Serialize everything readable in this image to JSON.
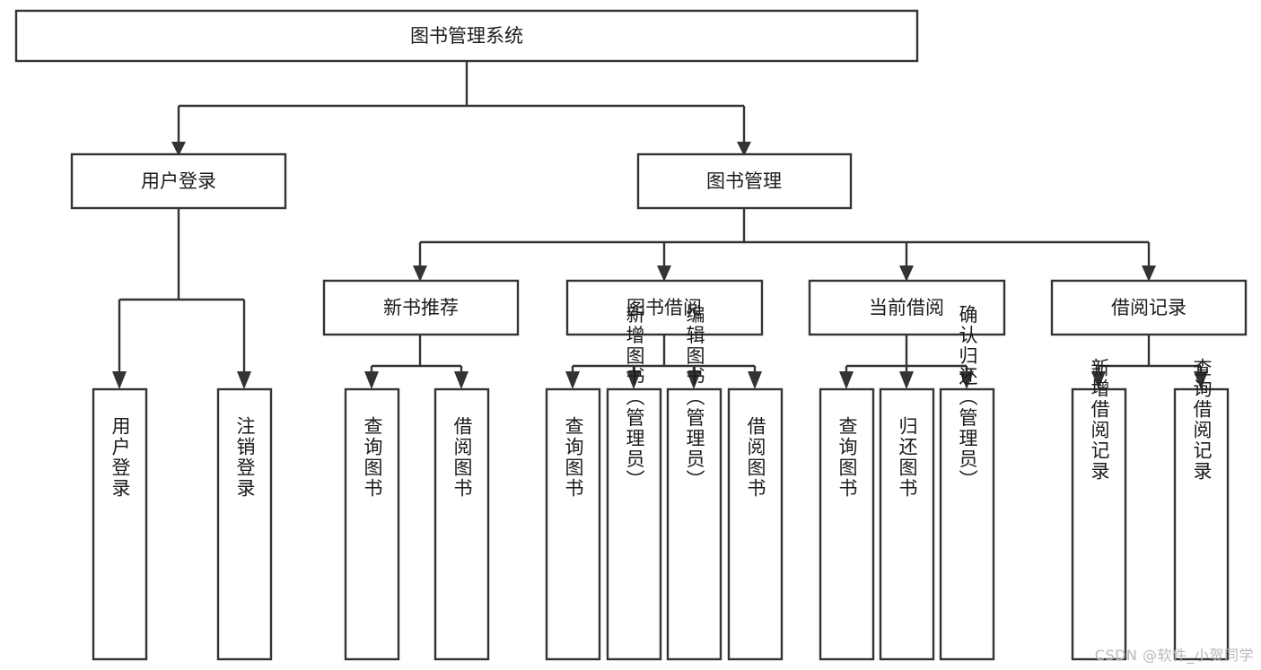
{
  "diagram": {
    "title": "图书管理系统",
    "type": "tree-hierarchy-chart",
    "watermark": "CSDN @软件_小贺同学",
    "colors": {
      "background": "#ffffff",
      "stroke": "#333333",
      "fill": "#ffffff",
      "text": "#1b1b1b",
      "watermark": "#b8b8b8"
    },
    "levels": {
      "root": {
        "label": "图书管理系统"
      },
      "level2": [
        {
          "label": "用户登录"
        },
        {
          "label": "图书管理"
        }
      ],
      "level3": [
        {
          "label": "新书推荐"
        },
        {
          "label": "图书借阅"
        },
        {
          "label": "当前借阅"
        },
        {
          "label": "借阅记录"
        }
      ],
      "leaves": {
        "user_login": [
          {
            "label": "用户登录"
          },
          {
            "label": "注销登录"
          }
        ],
        "new_book_recommend": [
          {
            "label": "查询图书"
          },
          {
            "label": "借阅图书"
          }
        ],
        "book_borrow": [
          {
            "label": "查询图书"
          },
          {
            "label": "新增图书（管理员）"
          },
          {
            "label": "编辑图书（管理员）"
          },
          {
            "label": "借阅图书"
          }
        ],
        "current_borrow": [
          {
            "label": "查询图书"
          },
          {
            "label": "归还图书"
          },
          {
            "label": "确认归还（管理员）"
          }
        ],
        "borrow_record": [
          {
            "label": "新增借阅记录"
          },
          {
            "label": "查询借阅记录"
          }
        ]
      }
    }
  }
}
